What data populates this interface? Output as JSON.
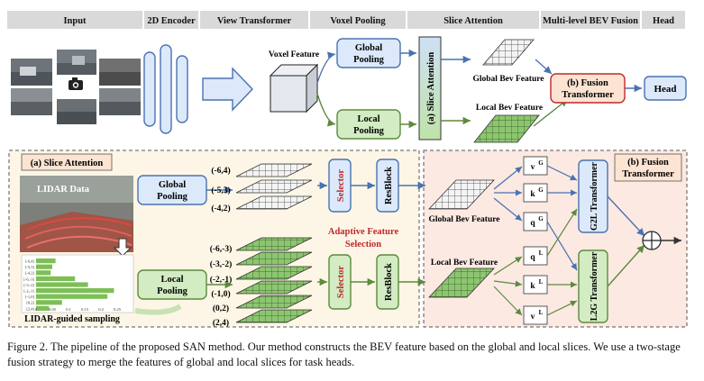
{
  "header": {
    "input": "Input",
    "encoder": "2D Encoder",
    "view_transformer": "View Transformer",
    "voxel_pooling": "Voxel Pooling",
    "slice_attention": "Slice Attention",
    "bev_fusion": "Multi-level BEV Fusion",
    "head": "Head"
  },
  "top": {
    "voxel_feature": "Voxel Feature",
    "global_pooling": [
      "Global",
      "Pooling"
    ],
    "local_pooling": [
      "Local",
      "Pooling"
    ],
    "slice_attention_vertical": "(a) Slice Attention",
    "global_bev_feature": "Global Bev Feature",
    "local_bev_feature": "Local Bev Feature",
    "fusion_transformer": [
      "(b) Fusion",
      "Transformer"
    ],
    "head": "Head"
  },
  "panel_a": {
    "title": "(a) Slice Attention",
    "lidar_data": "LIDAR Data",
    "lidar_sampling": "LIDAR-guided sampling",
    "global_pooling": [
      "Global",
      "Pooling"
    ],
    "local_pooling": [
      "Local",
      "Pooling"
    ],
    "global_ranges": [
      "(-6,4)",
      "(-5,3)",
      "(-4,2)"
    ],
    "local_ranges": [
      "(-6,-3)",
      "(-3,-2)",
      "(-2,-1)",
      "(-1,0)",
      "(0,2)",
      "(2,4)"
    ],
    "selector": "Selector",
    "resblock": "ResBlock",
    "adaptive_selection": [
      "Adaptive Feature",
      "Selection"
    ],
    "hist_labels": [
      "[-6,4]",
      "[-5,3]",
      "[-4,2]",
      "[-6,-3]",
      "[-3,-2]",
      "[-2,-1]",
      "[-1,0]",
      "[0,2]",
      "[2,4]"
    ],
    "hist_ticks": [
      "0",
      "0.05",
      "0.1",
      "0.15",
      "0.2",
      "0.25"
    ]
  },
  "panel_b": {
    "title": [
      "(b) Fusion",
      "Transformer"
    ],
    "global_bev_feature": "Global Bev Feature",
    "local_bev_feature": "Local Bev Feature",
    "q_global": "q",
    "k_global": "k",
    "v_global": "v",
    "sup_global": "G",
    "q_local": "q",
    "k_local": "k",
    "v_local": "v",
    "sup_local": "L",
    "g2l": "G2L Transformer",
    "l2g": "L2G Transformer"
  },
  "colors": {
    "blue_box": "#dce9fa",
    "blue_border": "#4a72b0",
    "green_box": "#d3ecc3",
    "green_border": "#5d8a3e",
    "fusion_box": "#fce3d2",
    "panel_a_bg": "#fdf6e6",
    "panel_b_bg": "#fbe9e2",
    "selector_text": "#c0282d",
    "adaptive_text": "#c0282d",
    "global_grid": "#f3f3f3",
    "local_grid": "#8cc66f"
  },
  "caption": {
    "label": "Figure 2.",
    "text": " The pipeline of the proposed SAN method. Our method constructs the BEV feature based on the global and local slices. We use a two-stage fusion strategy to merge the features of global and local slices for task heads."
  }
}
